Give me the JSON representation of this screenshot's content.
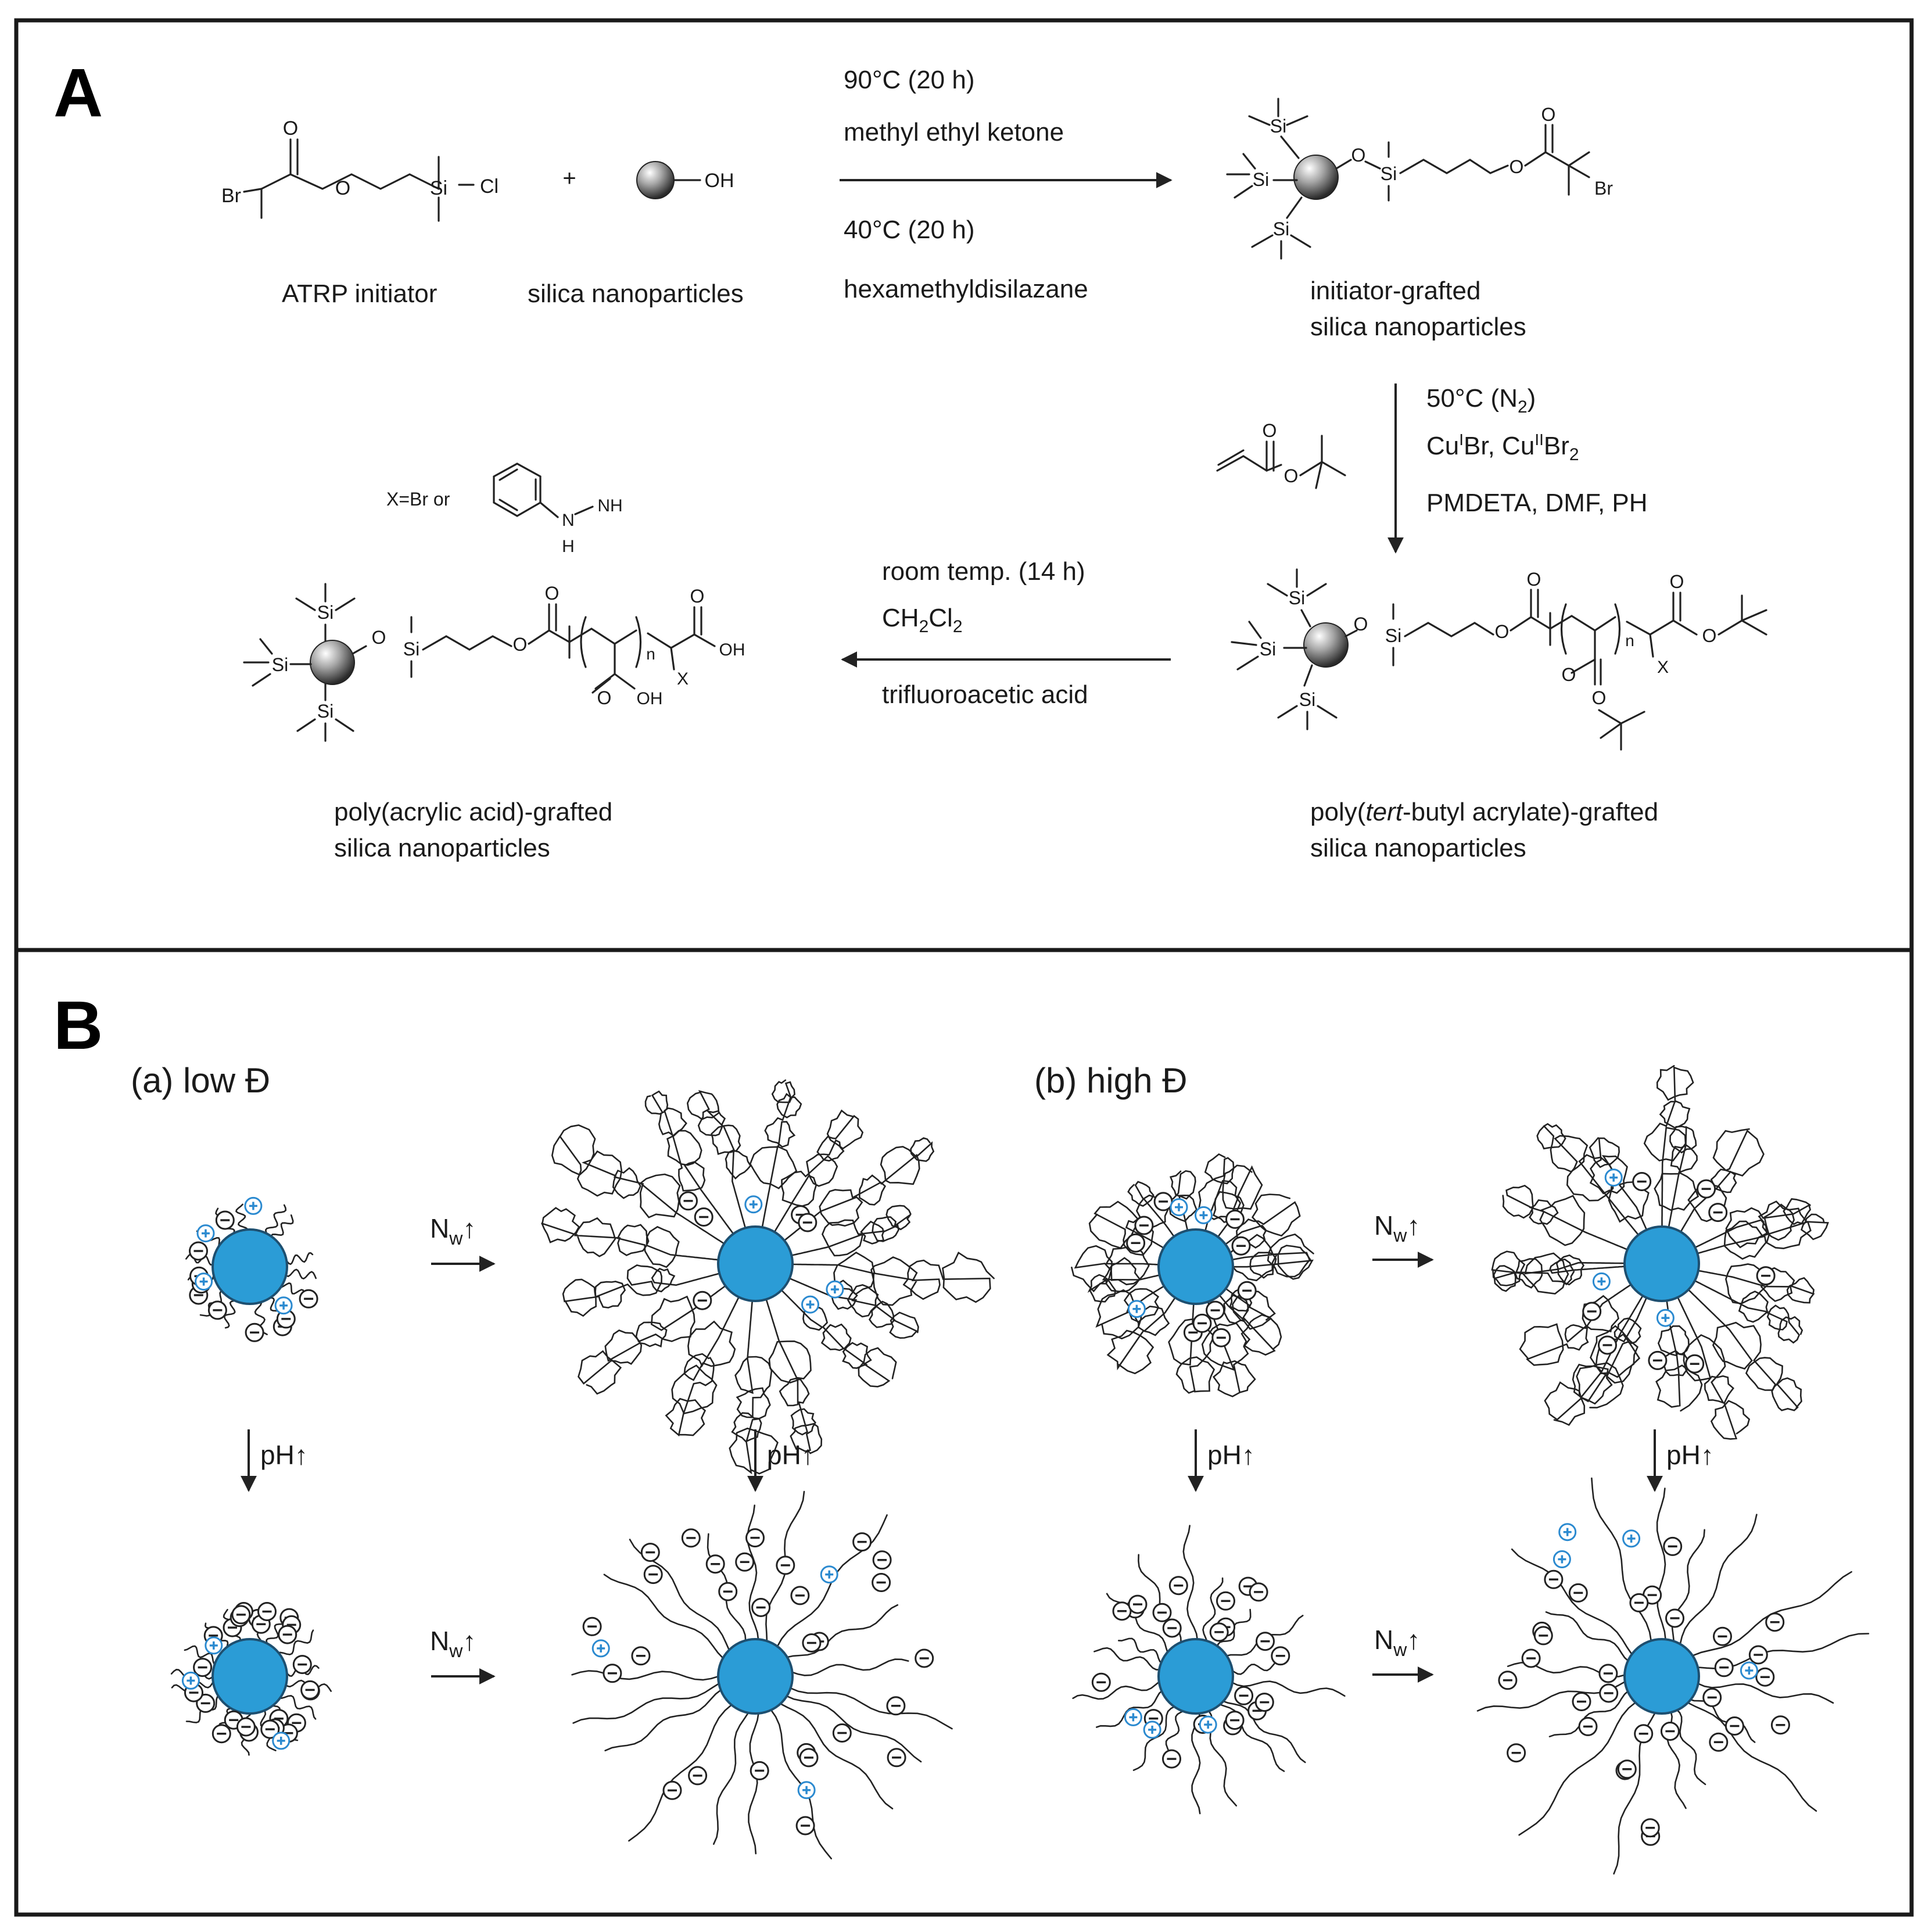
{
  "panelA": {
    "letter": "A",
    "step1": {
      "above1": "90°C (20 h)",
      "above2": "methyl ethyl ketone",
      "below1": "40°C (20 h)",
      "below2": "hexamethyldisilazane"
    },
    "plus": "+",
    "labels": {
      "atrp": "ATRP initiator",
      "silica": "silica nanoparticles",
      "grafted1": "initiator-grafted",
      "grafted2": "silica nanoparticles",
      "ptba1_pre": "poly(",
      "ptba1_it": "tert",
      "ptba1_post": "-butyl acrylate)-grafted",
      "ptba2": "silica nanoparticles",
      "paa1": "poly(acrylic acid)-grafted",
      "paa2": "silica nanoparticles"
    },
    "step2": {
      "line1": "50°C (N",
      "line1_sub": "2",
      "line1_end": ")",
      "line2_a": "Cu",
      "line2_sup1": "I",
      "line2_b": "Br, Cu",
      "line2_sup2": "II",
      "line2_c": "Br",
      "line2_sub": "2",
      "line3": "PMDETA, DMF, PH"
    },
    "step3": {
      "line1": "room temp. (14 h)",
      "line2_a": "CH",
      "line2_sub1": "2",
      "line2_b": "Cl",
      "line2_sub2": "2",
      "line3": "trifluoroacetic acid"
    },
    "atoms": {
      "br": "Br",
      "o": "O",
      "si": "Si",
      "cl": "Cl",
      "oh": "OH",
      "x": "X",
      "n": "n",
      "nh": "NH",
      "h": "H",
      "n_atom": "N",
      "x_eq": "X=Br or"
    }
  },
  "panelB": {
    "letter": "B",
    "a_title": "(a) low Đ",
    "b_title": "(b) high Đ",
    "nw": "N",
    "nw_sub": "w",
    "ph": "pH",
    "up": "↑"
  }
}
